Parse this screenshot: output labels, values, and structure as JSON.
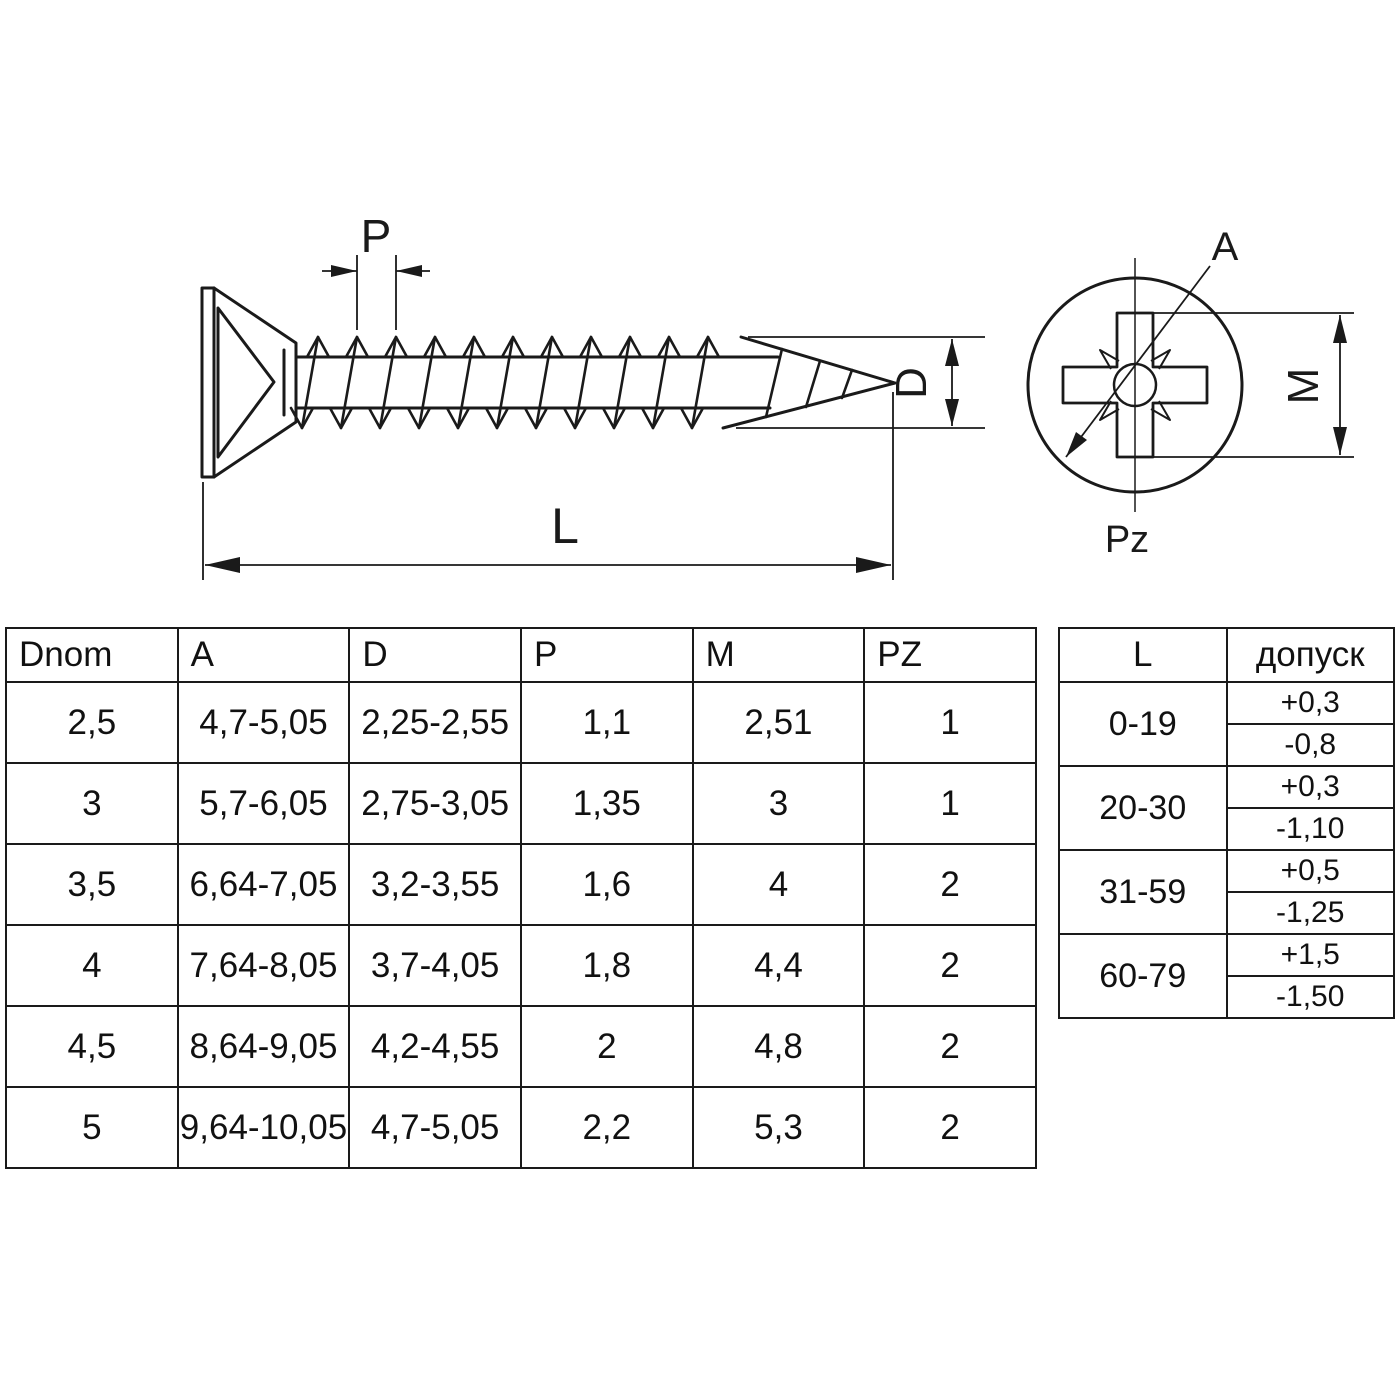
{
  "drawing": {
    "labels": {
      "pitch": "P",
      "length": "L",
      "diameter": "D",
      "recess_a": "A",
      "recess_m": "M",
      "drive": "Pz"
    }
  },
  "main_table": {
    "headers": [
      "Dnom",
      "A",
      "D",
      "P",
      "M",
      "PZ"
    ],
    "rows": [
      [
        "2,5",
        "4,7-5,05",
        "2,25-2,55",
        "1,1",
        "2,51",
        "1"
      ],
      [
        "3",
        "5,7-6,05",
        "2,75-3,05",
        "1,35",
        "3",
        "1"
      ],
      [
        "3,5",
        "6,64-7,05",
        "3,2-3,55",
        "1,6",
        "4",
        "2"
      ],
      [
        "4",
        "7,64-8,05",
        "3,7-4,05",
        "1,8",
        "4,4",
        "2"
      ],
      [
        "4,5",
        "8,64-9,05",
        "4,2-4,55",
        "2",
        "4,8",
        "2"
      ],
      [
        "5",
        "9,64-10,05",
        "4,7-5,05",
        "2,2",
        "5,3",
        "2"
      ]
    ]
  },
  "tolerance_table": {
    "headers": [
      "L",
      "допуск"
    ],
    "rows": [
      {
        "range": "0-19",
        "plus": "+0,3",
        "minus": "-0,8"
      },
      {
        "range": "20-30",
        "plus": "+0,3",
        "minus": "-1,10"
      },
      {
        "range": "31-59",
        "plus": "+0,5",
        "minus": "-1,25"
      },
      {
        "range": "60-79",
        "plus": "+1,5",
        "minus": "-1,50"
      }
    ]
  },
  "colors": {
    "line": "#1a1a1a",
    "background": "#ffffff"
  }
}
